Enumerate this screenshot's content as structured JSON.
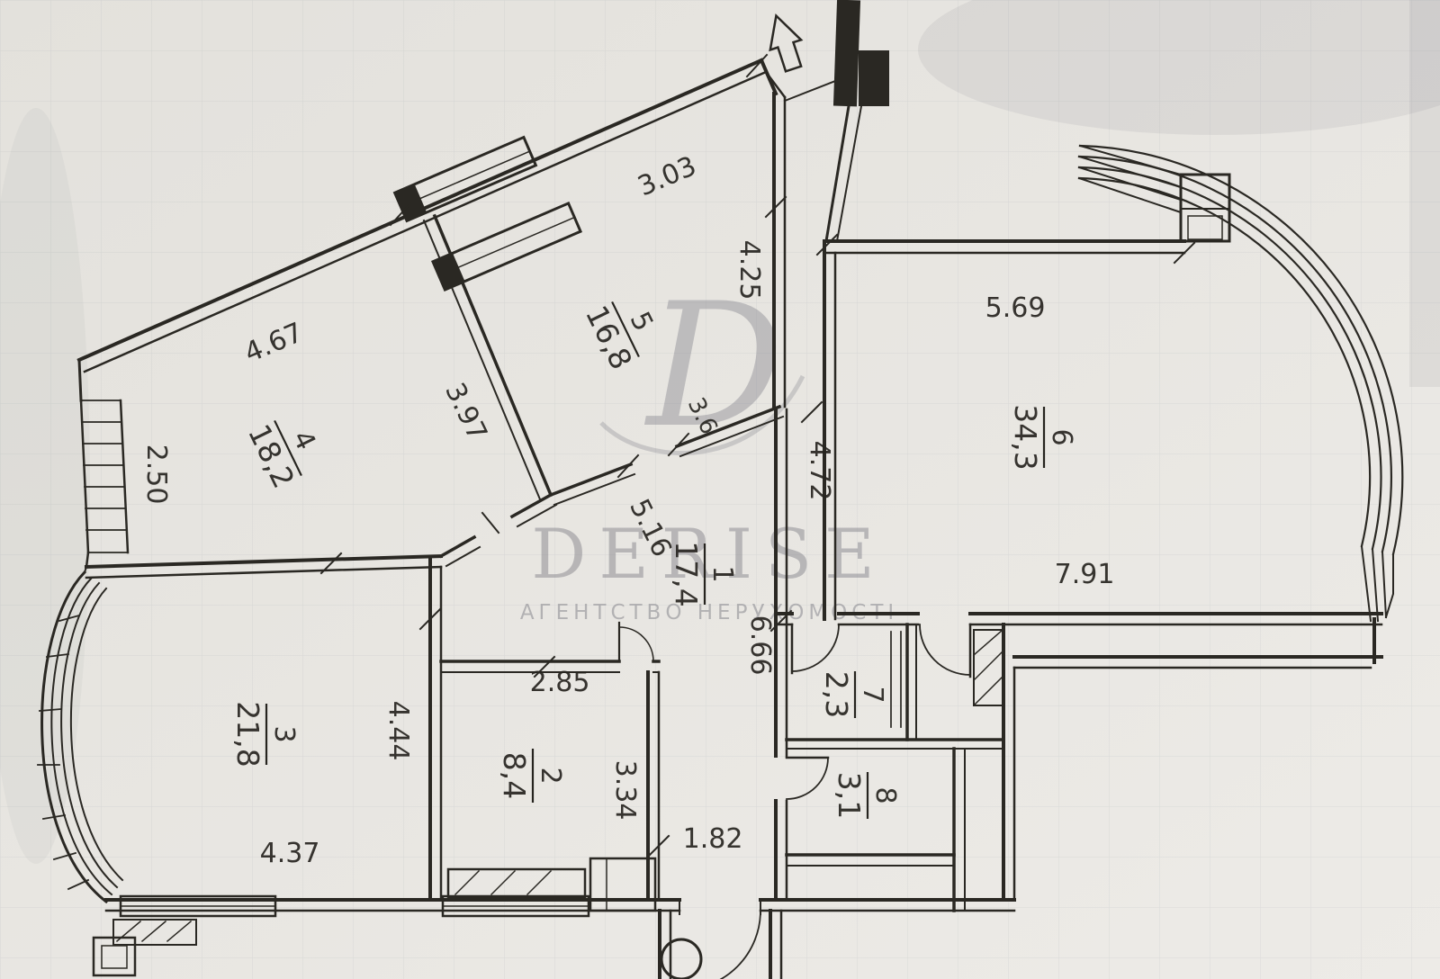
{
  "plan": {
    "rooms": {
      "r1": {
        "number": "1",
        "area": "17,4"
      },
      "r2": {
        "number": "2",
        "area": "8,4"
      },
      "r3": {
        "number": "3",
        "area": "21,8"
      },
      "r4": {
        "number": "4",
        "area": "18,2"
      },
      "r5": {
        "number": "5",
        "area": "16,8"
      },
      "r6": {
        "number": "6",
        "area": "34,3"
      },
      "r7": {
        "number": "7",
        "area": "2,3"
      },
      "r8": {
        "number": "8",
        "area": "3,1"
      }
    },
    "dimensions": {
      "d303": "3.03",
      "d425": "4.25",
      "d467": "4.67",
      "d250": "2.50",
      "d397": "3.97",
      "d569": "5.69",
      "d472": "4.72",
      "d36": "3.6",
      "d516": "5.16",
      "d791": "7.91",
      "d666": "6.66",
      "d285": "2.85",
      "d444": "4.44",
      "d334": "3.34",
      "d182": "1.82",
      "d437": "4.37"
    }
  },
  "watermark": {
    "logo_letter": "D",
    "brand": "DERISE",
    "subtitle": "АГЕНТСТВО НЕРУХОМОСТІ"
  }
}
